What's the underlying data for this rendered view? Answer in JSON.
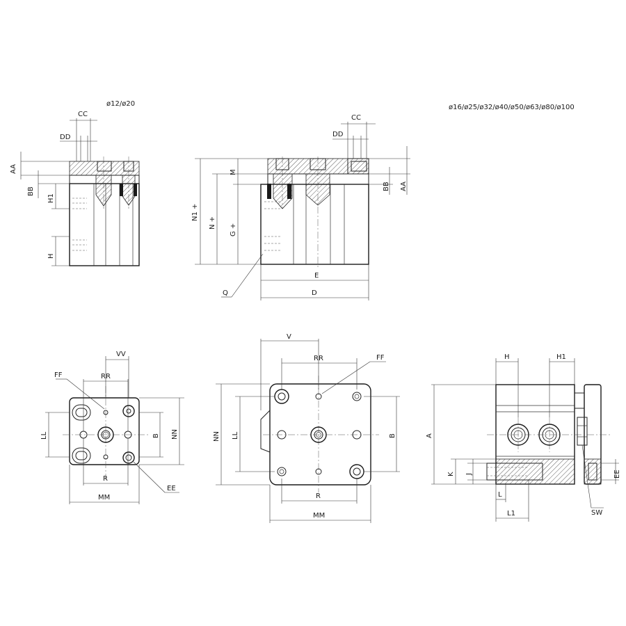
{
  "labels": {
    "size_small": "ø12/ø20",
    "size_large": "ø16/ø25/ø32/ø40/ø50/ø63/ø80/ø100",
    "CC": "CC",
    "DD": "DD",
    "AA": "AA",
    "BB": "BB",
    "H": "H",
    "H1": "H1",
    "M": "M",
    "N1": "N1 +",
    "N": "N +",
    "G": "G +",
    "Q": "Q",
    "E": "E",
    "D": "D",
    "VV": "VV",
    "FF": "FF",
    "RR": "RR",
    "LL": "LL",
    "B": "B",
    "NN": "NN",
    "R": "R",
    "MM": "MM",
    "EE": "EE",
    "V": "V",
    "A": "A",
    "K": "K",
    "J": "J",
    "L": "L",
    "L1": "L1",
    "SW": "SW"
  }
}
